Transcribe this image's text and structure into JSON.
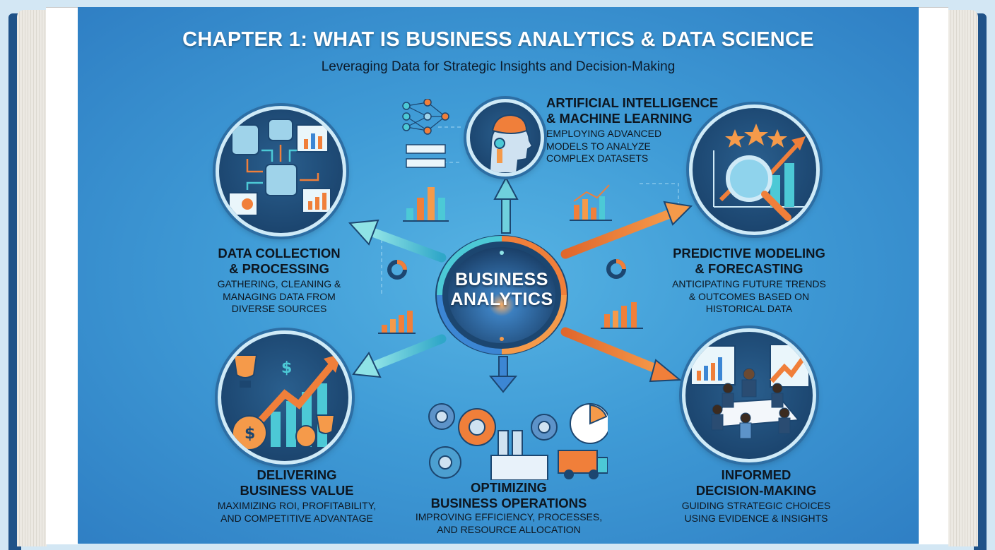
{
  "header": {
    "title": "CHAPTER 1: WHAT IS BUSINESS ANALYTICS & DATA SCIENCE",
    "subtitle": "Leveraging Data for Strategic Insights and Decision-Making"
  },
  "hub": {
    "line1": "BUSINESS",
    "line2": "ANALYTICS"
  },
  "nodes": {
    "data_collection": {
      "title_line1": "DATA COLLECTION",
      "title_line2": "& PROCESSING",
      "desc_line1": "GATHERING, CLEANING &",
      "desc_line2": "MANAGING DATA FROM",
      "desc_line3": "DIVERSE SOURCES",
      "icon": "database-network-icon"
    },
    "ai_ml": {
      "title_line1": "ARTIFICIAL INTELLIGENCE",
      "title_line2": "& MACHINE LEARNING",
      "desc_line1": "EMPLOYING ADVANCED",
      "desc_line2": "MODELS TO ANALYZE",
      "desc_line3": "COMPLEX DATASETS",
      "icon": "robot-brain-icon"
    },
    "predictive": {
      "title_line1": "PREDICTIVE MODELING",
      "title_line2": "& FORECASTING",
      "desc_line1": "ANTICIPATING FUTURE TRENDS",
      "desc_line2": "& OUTCOMES BASED ON",
      "desc_line3": "HISTORICAL DATA",
      "icon": "magnifier-chart-icon"
    },
    "business_value": {
      "title_line1": "DELIVERING",
      "title_line2": "BUSINESS VALUE",
      "desc_line1": "MAXIMIZING ROI, PROFITABILITY,",
      "desc_line2": "AND COMPETITIVE ADVANTAGE",
      "icon": "trophy-money-growth-icon"
    },
    "operations": {
      "title_line1": "OPTIMIZING",
      "title_line2": "BUSINESS OPERATIONS",
      "desc_line1": "IMPROVING EFFICIENCY, PROCESSES,",
      "desc_line2": "AND RESOURCE ALLOCATION",
      "icon": "factory-gears-icon"
    },
    "decision": {
      "title_line1": "INFORMED",
      "title_line2": "DECISION-MAKING",
      "desc_line1": "GUIDING STRATEGIC CHOICES",
      "desc_line2": "USING EVIDENCE & INSIGHTS",
      "icon": "meeting-team-icon"
    }
  },
  "colors": {
    "background": "#d3e7f4",
    "panel": "#3f9bd6",
    "book_cover": "#1f5288",
    "orange": "#f07f3a",
    "teal": "#4cc9d6",
    "navy": "#1c4670",
    "title_text": "#ffffff",
    "body_text": "#0d1620"
  }
}
